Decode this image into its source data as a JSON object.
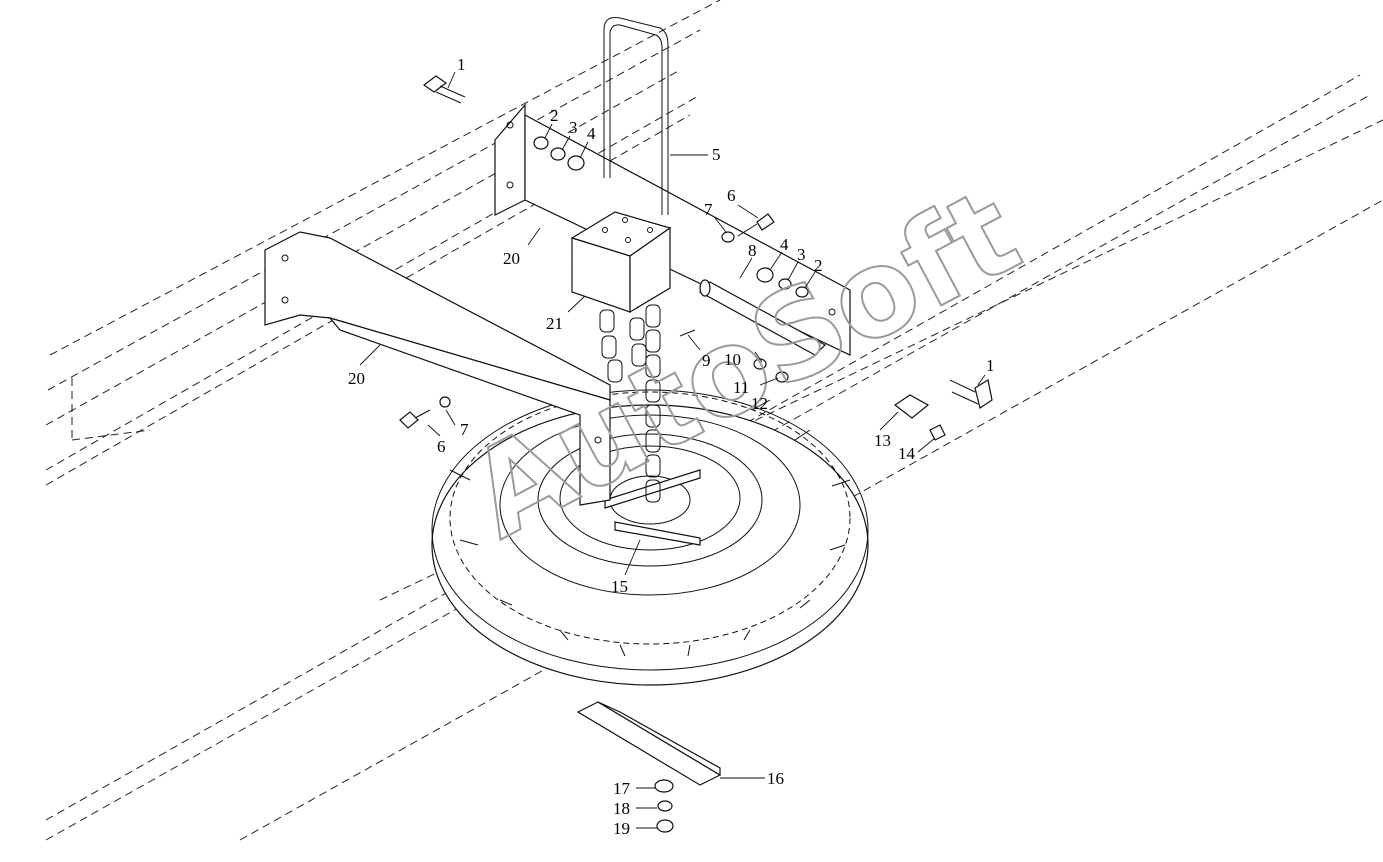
{
  "watermark": "AutoSoft",
  "callouts": [
    {
      "id": "c1a",
      "text": "1"
    },
    {
      "id": "c2a",
      "text": "2"
    },
    {
      "id": "c3a",
      "text": "3"
    },
    {
      "id": "c4a",
      "text": "4"
    },
    {
      "id": "c5",
      "text": "5"
    },
    {
      "id": "c6a",
      "text": "6"
    },
    {
      "id": "c7a",
      "text": "7"
    },
    {
      "id": "c8",
      "text": "8"
    },
    {
      "id": "c4b",
      "text": "4"
    },
    {
      "id": "c3b",
      "text": "3"
    },
    {
      "id": "c2b",
      "text": "2"
    },
    {
      "id": "c20a",
      "text": "20"
    },
    {
      "id": "c21",
      "text": "21"
    },
    {
      "id": "c9",
      "text": "9"
    },
    {
      "id": "c10",
      "text": "10"
    },
    {
      "id": "c1b",
      "text": "1"
    },
    {
      "id": "c20b",
      "text": "20"
    },
    {
      "id": "c11",
      "text": "11"
    },
    {
      "id": "c12",
      "text": "12"
    },
    {
      "id": "c13",
      "text": "13"
    },
    {
      "id": "c6b",
      "text": "6"
    },
    {
      "id": "c7b",
      "text": "7"
    },
    {
      "id": "c14",
      "text": "14"
    },
    {
      "id": "c15",
      "text": "15"
    },
    {
      "id": "c16",
      "text": "16"
    },
    {
      "id": "c17",
      "text": "17"
    },
    {
      "id": "c18",
      "text": "18"
    },
    {
      "id": "c19",
      "text": "19"
    }
  ]
}
